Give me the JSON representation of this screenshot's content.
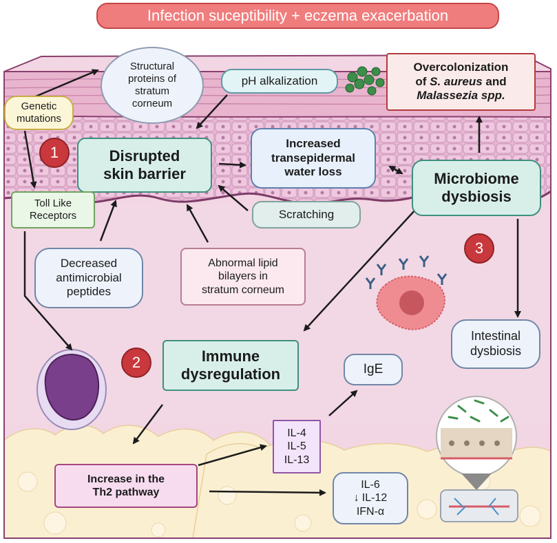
{
  "title": "Infection suceptibility + eczema exacerbation",
  "nodes": {
    "structural_proteins": [
      "Structural",
      "proteins of",
      "stratum",
      "corneum"
    ],
    "ph_alkalization": "pH alkalization",
    "overcolonization": {
      "line1": "Overcolonization",
      "line2_prefix": "of ",
      "line2_italic": "S. aureus",
      "line2_suffix": " and",
      "line3_italic": "Malassezia spp."
    },
    "genetic_mutations": [
      "Genetic",
      "mutations"
    ],
    "disrupted_skin_barrier": [
      "Disrupted",
      "skin barrier"
    ],
    "tewl": [
      "Increased",
      "transepidermal",
      "water loss"
    ],
    "microbiome_dysbiosis": [
      "Microbiome",
      "dysbiosis"
    ],
    "toll_like_receptors": [
      "Toll Like",
      "Receptors"
    ],
    "scratching": "Scratching",
    "antimicrobial_peptides": [
      "Decreased",
      "antimicrobial",
      "peptides"
    ],
    "lipid_bilayers": [
      "Abnormal lipid",
      "bilayers in",
      "stratum corneum"
    ],
    "intestinal_dysbiosis": [
      "Intestinal",
      "dysbiosis"
    ],
    "immune_dysregulation": [
      "Immune",
      "dysregulation"
    ],
    "ige": "IgE",
    "interleukins_up": [
      "IL-4",
      "IL-5",
      "IL-13"
    ],
    "th2_pathway": [
      "Increase in the",
      "Th2 pathway"
    ],
    "interleukins_down": {
      "items": [
        "IL-6",
        "IL-12",
        "IFN-α"
      ],
      "arrow": "↓"
    }
  },
  "markers": [
    "1",
    "2",
    "3"
  ],
  "colors": {
    "title_fill": "#f07d7d",
    "marker_red": "#c8383c",
    "skin_pink": "#e7b7d1",
    "dermis": "#f2d8e4",
    "fat": "#fbefd2",
    "box_teal": "#d8efe9",
    "box_blue": "#eef3fb"
  }
}
